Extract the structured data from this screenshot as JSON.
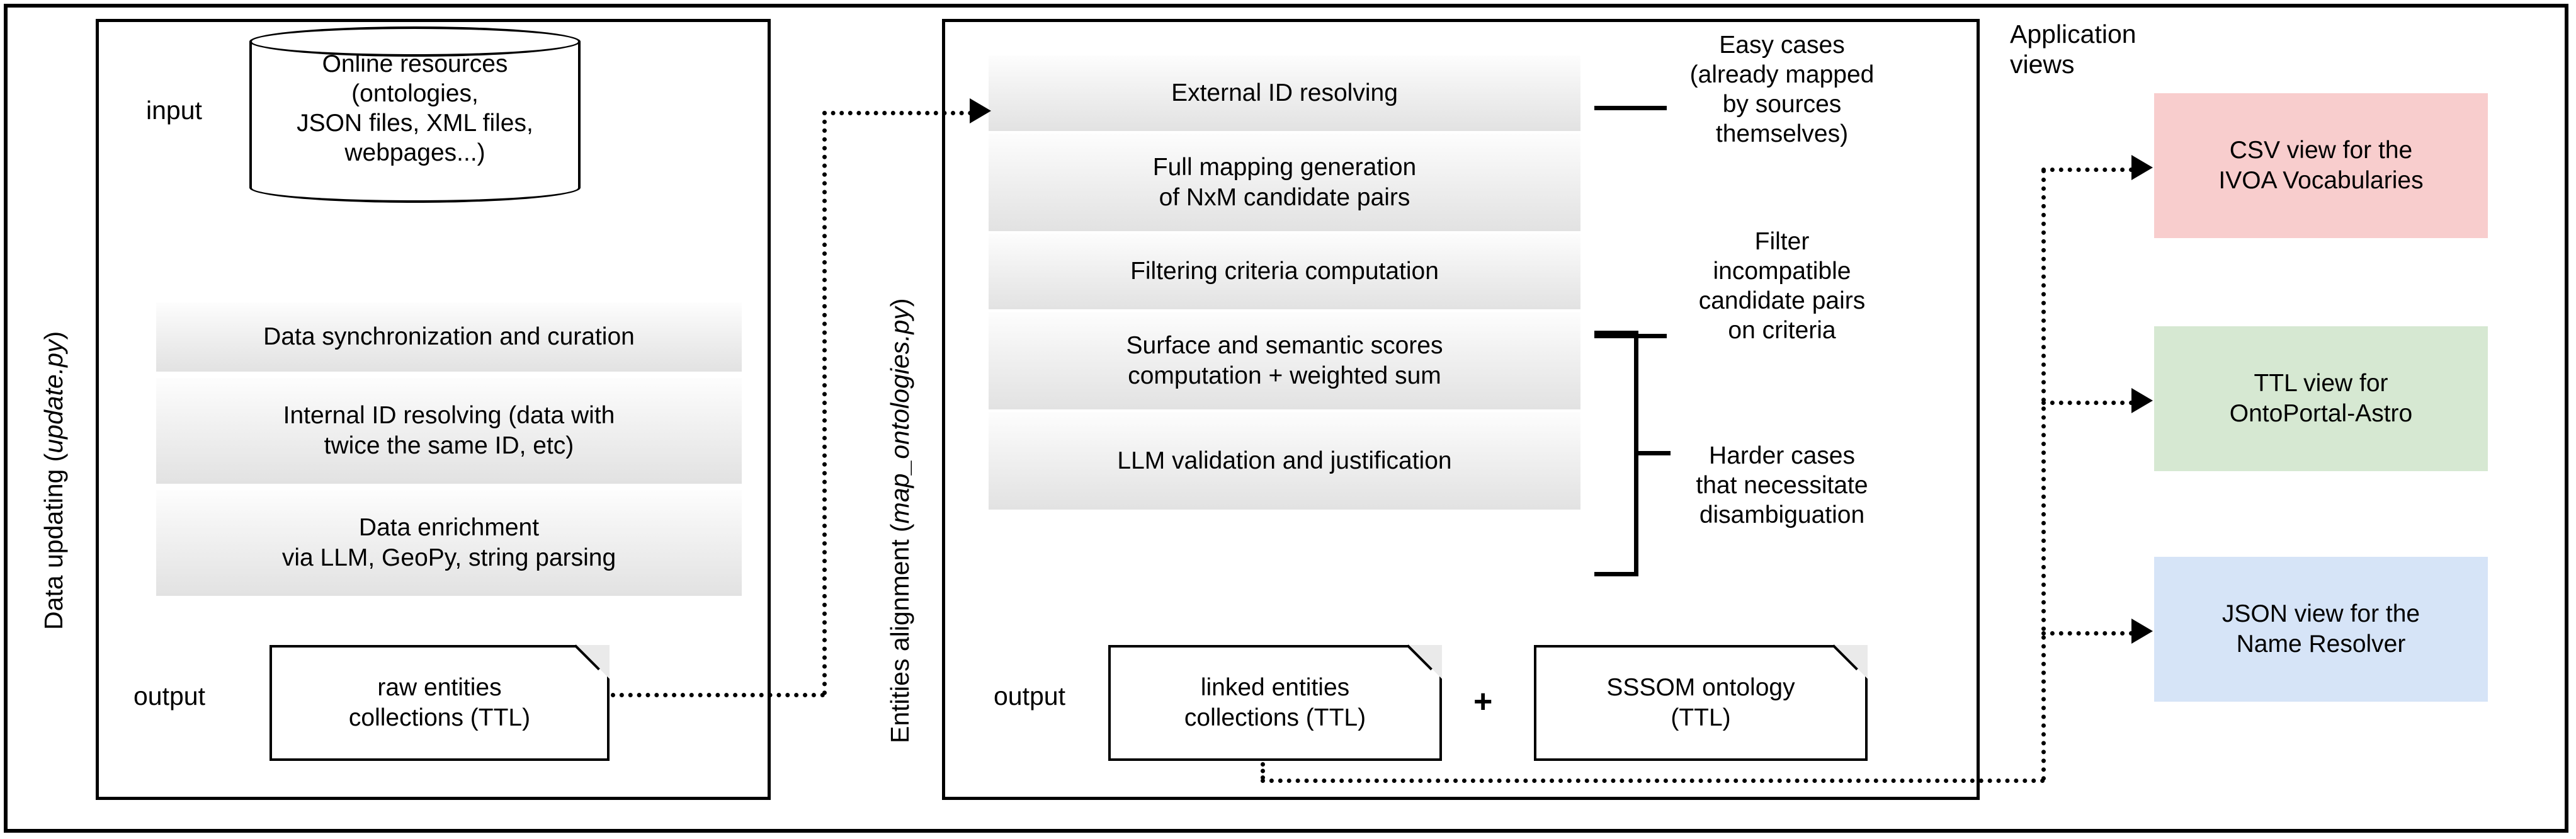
{
  "panels": {
    "updating": {
      "side_label_main": "Data updating (",
      "side_label_script": "update.py",
      "side_label_close": ")",
      "input_label": "input",
      "output_label": "output",
      "source": {
        "line1": "Online resources",
        "line2": "(ontologies,",
        "line3": "JSON files, XML files,",
        "line4": "webpages...)"
      },
      "steps": [
        {
          "line1": "Data synchronization and curation",
          "line2": ""
        },
        {
          "line1": "Internal ID resolving (data with",
          "line2": "twice the same ID, etc)"
        },
        {
          "line1": "Data enrichment",
          "line2": "via LLM, GeoPy, string parsing"
        }
      ],
      "output_note": {
        "line1": "raw entities",
        "line2": "collections (TTL)"
      }
    },
    "alignment": {
      "side_label_main": "Entities alignment (",
      "side_label_script": "map_ontologies.py",
      "side_label_close": ")",
      "output_label": "output",
      "steps": [
        {
          "line1": "External ID resolving",
          "line2": ""
        },
        {
          "line1": "Full mapping generation",
          "line2": "of NxM candidate pairs"
        },
        {
          "line1": "Filtering criteria computation",
          "line2": ""
        },
        {
          "line1": "Surface and semantic scores",
          "line2": "computation + weighted sum"
        },
        {
          "line1": "LLM validation and justification",
          "line2": ""
        }
      ],
      "annotations": [
        {
          "line1": "Easy cases",
          "line2": "(already mapped",
          "line3": "by sources",
          "line4": "themselves)"
        },
        {
          "line1": "Filter",
          "line2": "incompatible",
          "line3": "candidate pairs",
          "line4": "on criteria"
        },
        {
          "line1": "Harder cases",
          "line2": "that necessitate",
          "line3": "disambiguation",
          "line4": ""
        }
      ],
      "output_notes": [
        {
          "line1": "linked entities",
          "line2": "collections (TTL)"
        },
        {
          "line1": "SSSOM ontology",
          "line2": "(TTL)"
        }
      ],
      "plus": "+"
    },
    "applications": {
      "title_line1": "Application",
      "title_line2": "views",
      "views": [
        {
          "line1": "CSV view for the",
          "line2": "IVOA Vocabularies",
          "color": "#f8cdcd"
        },
        {
          "line1": "TTL view for",
          "line2": "OntoPortal-Astro",
          "color": "#d6e8d2"
        },
        {
          "line1": "JSON view for the",
          "line2": "Name Resolver",
          "color": "#d6e4f7"
        }
      ]
    }
  },
  "colors": {
    "stroke": "#000000",
    "bar_gradient_top": "#fdfdfd",
    "bar_gradient_bottom": "#e2e2e2",
    "view_csv": "#f8cdcd",
    "view_ttl": "#d6e8d2",
    "view_json": "#d6e4f7"
  }
}
